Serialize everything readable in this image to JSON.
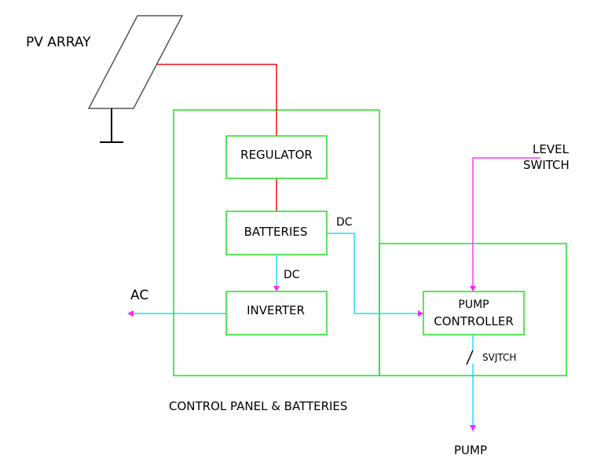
{
  "labels": {
    "pv_array": "PV ARRAY",
    "regulator": "REGULATOR",
    "batteries": "BATTERIES",
    "inverter": "INVERTER",
    "pump_controller_line1": "PUMP",
    "pump_controller_line2": "CONTROLLER",
    "level_switch_line1": "LEVEL",
    "level_switch_line2": "SWITCH",
    "dc_batteries_to_inverter": "DC",
    "dc_batteries_to_controller": "DC",
    "ac": "AC",
    "switch": "SVJTCH",
    "control_panel": "CONTROL PANEL & BATTERIES",
    "pump": "PUMP"
  },
  "colors": {
    "box_border": "#22dd22",
    "pv_line": "#e81010",
    "dc_ac_line": "#20dcf0",
    "arrowhead": "#ff22ff",
    "level_line": "#ff33ff",
    "panel_outline": "#555555",
    "text": "#000000"
  }
}
